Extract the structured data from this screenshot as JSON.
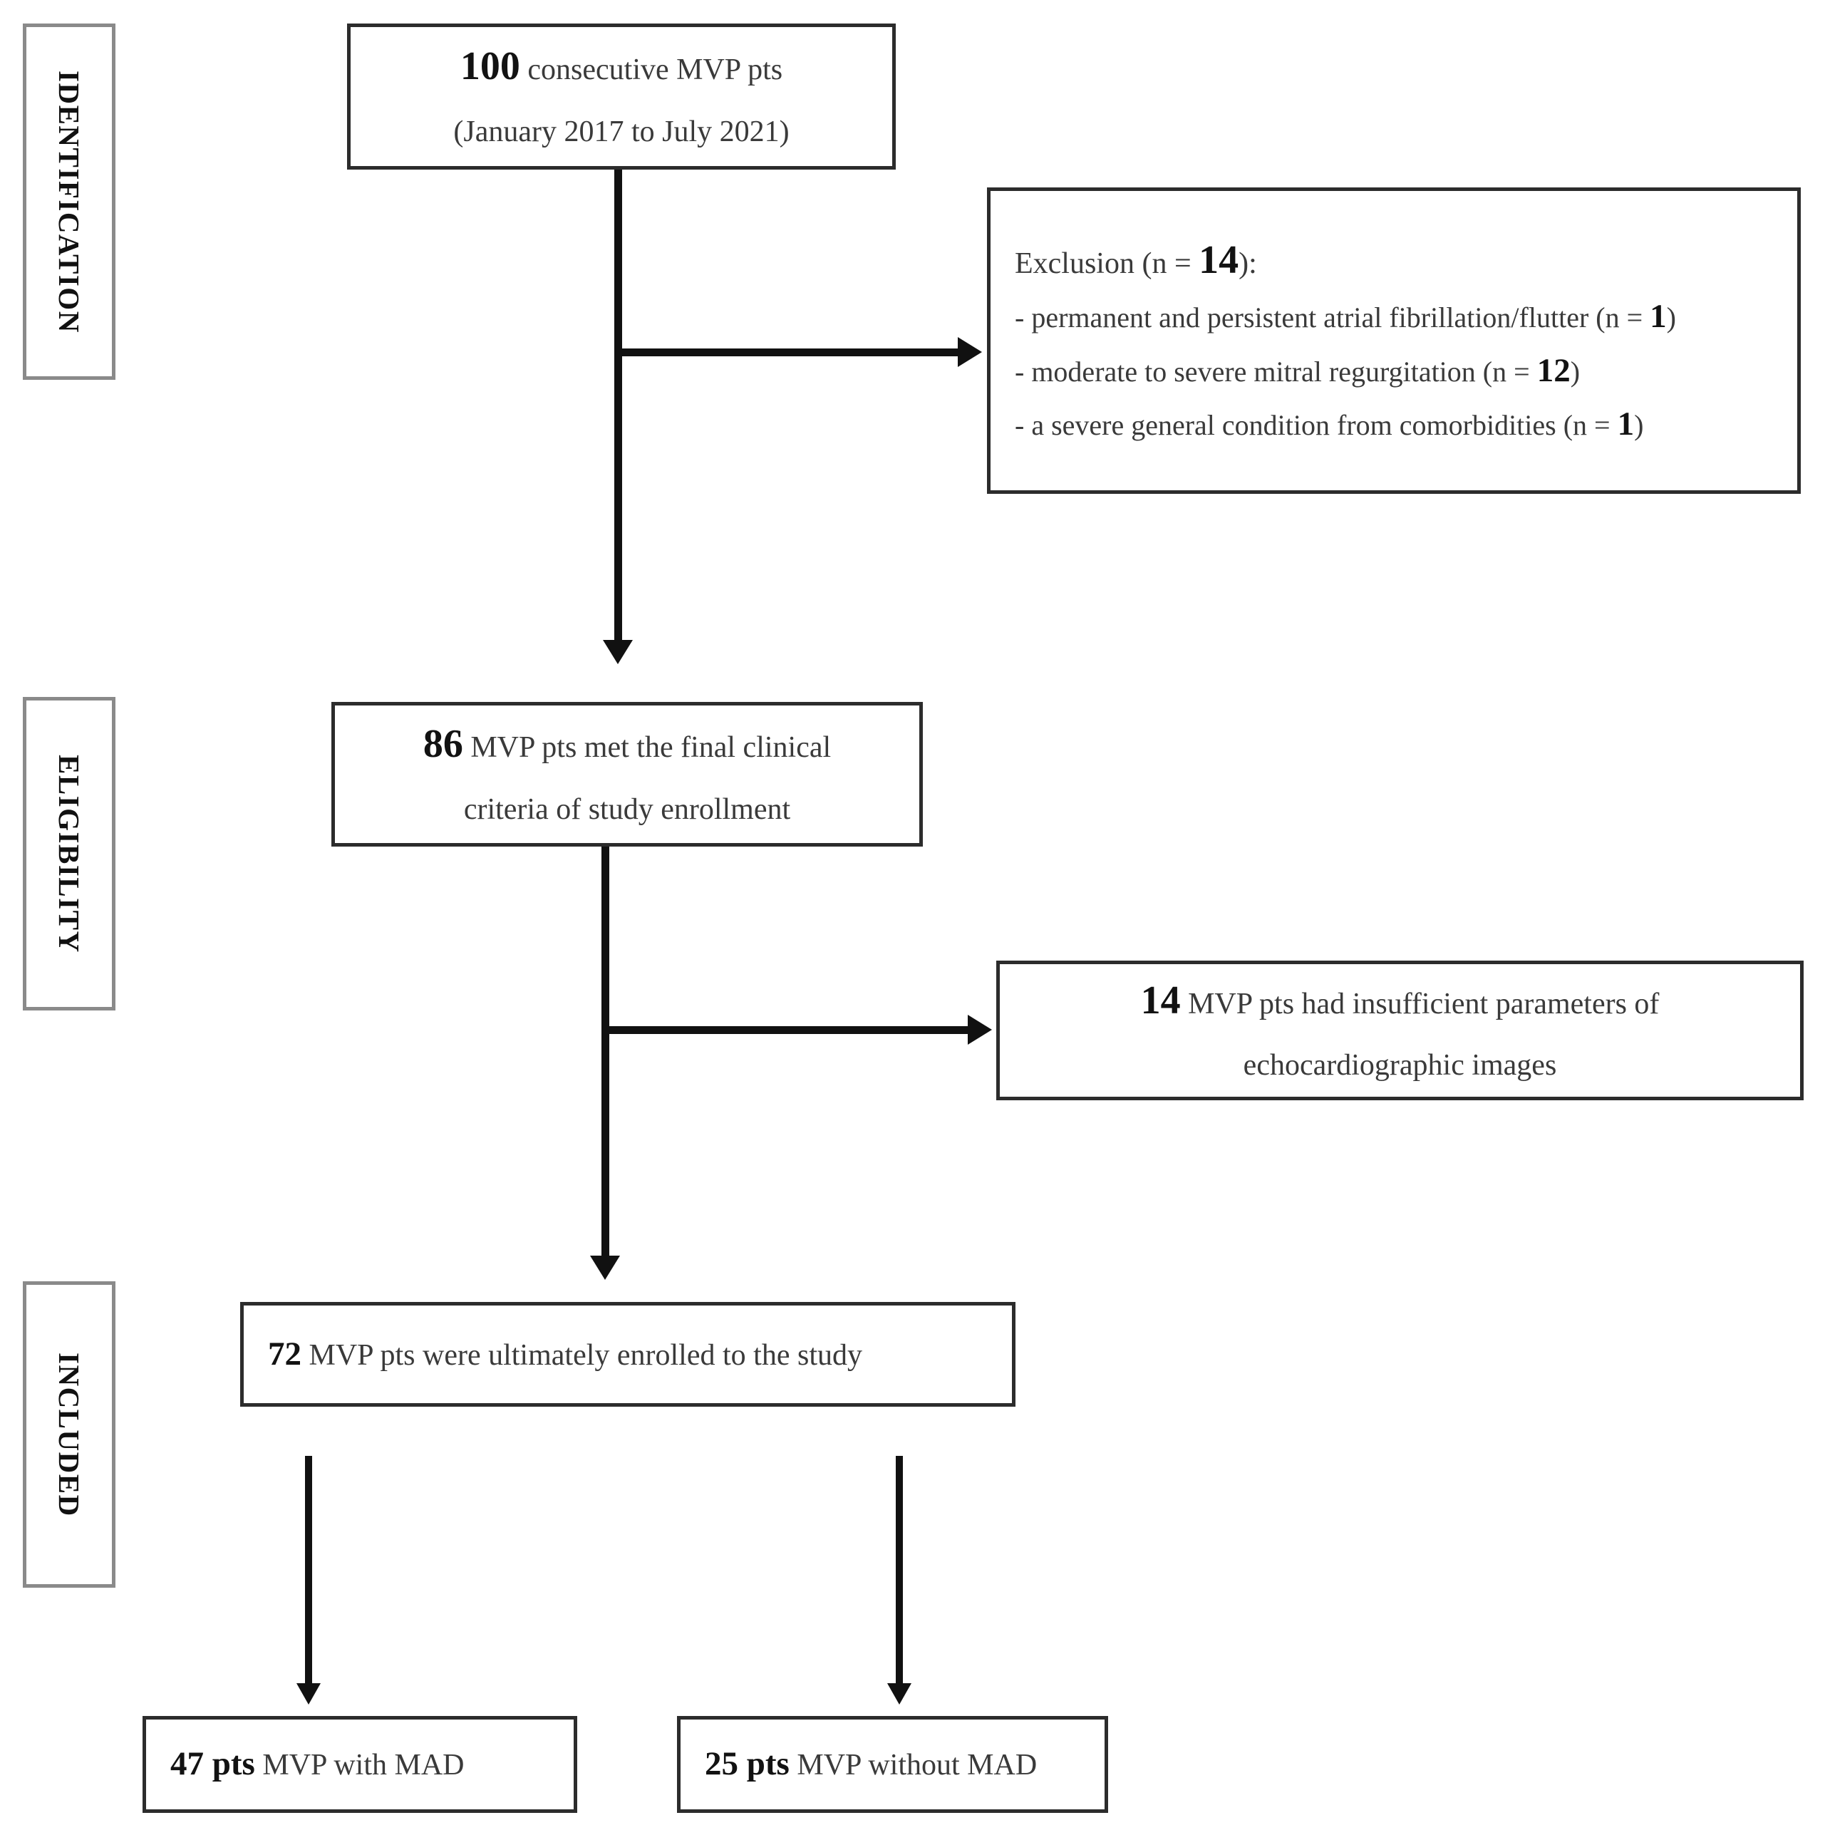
{
  "diagram": {
    "title": "Study population flow diagram",
    "stages": [
      {
        "id": "identification",
        "label": "IDENTIFICATION"
      },
      {
        "id": "eligibility",
        "label": "ELIGIBILITY"
      },
      {
        "id": "included",
        "label": "INCLUDED"
      }
    ],
    "boxes": {
      "source": {
        "id": "source-cohort-box",
        "line1_number": "100",
        "line1_text": " consecutive MVP pts",
        "line2_text": "(January 2017 to July 2021)"
      },
      "exclusion": {
        "id": "exclusion-box",
        "heading_prefix": "Exclusion (n = ",
        "heading_number": "14",
        "heading_suffix": "):",
        "items": [
          {
            "text": "- permanent and persistent atrial fibrillation/flutter (n = ",
            "number": "1",
            "suffix": ")"
          },
          {
            "text": "- moderate to severe mitral regurgitation (n = ",
            "number": "12",
            "suffix": ")"
          },
          {
            "text": "- a severe general condition from comorbidities (n = ",
            "number": "1",
            "suffix": ")"
          }
        ]
      },
      "eligible": {
        "id": "eligible-box",
        "line1_number": "86",
        "line1_text": " MVP pts met the final clinical",
        "line2_text": "criteria of study enrollment"
      },
      "insufficient": {
        "id": "insufficient-images-box",
        "line1_number": "14",
        "line1_text": " MVP pts had insufficient parameters of",
        "line2_text": "echocardiographic images"
      },
      "enrolled": {
        "id": "enrolled-box",
        "line1_number": "72",
        "line1_text": " MVP pts were  ultimately enrolled to the study"
      },
      "with_mad": {
        "id": "with-mad-box",
        "line1_number": "47 pts",
        "line1_text": " MVP with MAD"
      },
      "without_mad": {
        "id": "without-mad-box",
        "line1_number": "25 pts",
        "line1_text": " MVP without MAD"
      }
    },
    "colors": {
      "box_border": "#2c2c2c",
      "stage_border": "#8a8a8a",
      "connector": "#111111",
      "text": "#3a3a3a",
      "number_text": "#121212",
      "background": "#ffffff"
    }
  },
  "chart_data": {
    "type": "diagram",
    "title": "PRISMA-style patient selection flow",
    "stages": [
      "IDENTIFICATION",
      "ELIGIBILITY",
      "INCLUDED"
    ],
    "nodes": [
      {
        "id": "source",
        "stage": "IDENTIFICATION",
        "n": 100,
        "label": "100 consecutive MVP pts (January 2017 to July 2021)"
      },
      {
        "id": "exclusion",
        "stage": "IDENTIFICATION",
        "n": 14,
        "label": "Exclusion (n = 14)"
      },
      {
        "id": "exclusion_af",
        "stage": "IDENTIFICATION",
        "n": 1,
        "label": "permanent and persistent atrial fibrillation/flutter"
      },
      {
        "id": "exclusion_mr",
        "stage": "IDENTIFICATION",
        "n": 12,
        "label": "moderate to severe mitral regurgitation"
      },
      {
        "id": "exclusion_comorb",
        "stage": "IDENTIFICATION",
        "n": 1,
        "label": "a severe general condition from comorbidities"
      },
      {
        "id": "eligible",
        "stage": "ELIGIBILITY",
        "n": 86,
        "label": "MVP pts met the final clinical criteria of study enrollment"
      },
      {
        "id": "insufficient",
        "stage": "ELIGIBILITY",
        "n": 14,
        "label": "MVP pts had insufficient parameters of echocardiographic images"
      },
      {
        "id": "enrolled",
        "stage": "INCLUDED",
        "n": 72,
        "label": "MVP pts were ultimately enrolled to the study"
      },
      {
        "id": "with_mad",
        "stage": "INCLUDED",
        "n": 47,
        "label": "MVP with MAD"
      },
      {
        "id": "without_mad",
        "stage": "INCLUDED",
        "n": 25,
        "label": "MVP without MAD"
      }
    ],
    "edges": [
      {
        "from": "source",
        "to": "exclusion",
        "kind": "exclusion"
      },
      {
        "from": "source",
        "to": "eligible",
        "kind": "flow"
      },
      {
        "from": "eligible",
        "to": "insufficient",
        "kind": "exclusion"
      },
      {
        "from": "eligible",
        "to": "enrolled",
        "kind": "flow"
      },
      {
        "from": "enrolled",
        "to": "with_mad",
        "kind": "flow"
      },
      {
        "from": "enrolled",
        "to": "without_mad",
        "kind": "flow"
      }
    ]
  }
}
